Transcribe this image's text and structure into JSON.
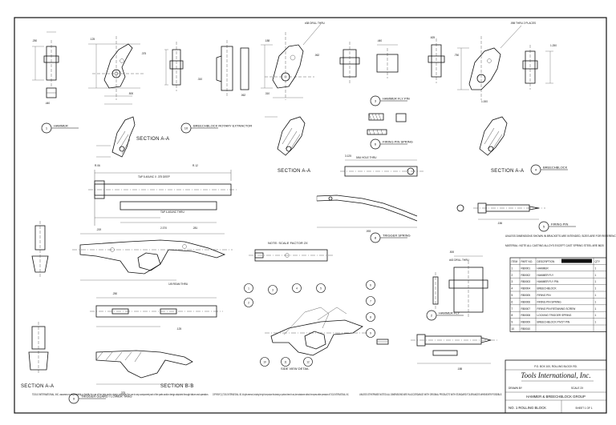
{
  "colors": {
    "ink": "#111111",
    "paper": "#ffffff"
  },
  "sections": {
    "s1": "SECTION A-A",
    "s2": "SECTION A-A",
    "s3": "SECTION A-A",
    "s4": "SECTION A-A",
    "s5": "SECTION B-B"
  },
  "callouts": {
    "hammer": "HAMMER",
    "breechblock": "BREECHBLOCK",
    "extractor": "BREECHBLOCK ROTARY EXTRACTOR",
    "hammer_fly_pin": "HAMMER FLY PIN",
    "firing_pin_spring": "FIRING PIN SPRING",
    "trigger_spring": "TRIGGER SPRING",
    "hammer_fly": "HAMMER FLY",
    "firing_pin": "FIRING PIN",
    "trigger_guard": "TRIGGER GUARD / LOWER TANG",
    "side_view": "SIDE VIEW DETAIL",
    "scale_note": "NOTE: SCALE FACTOR 2X"
  },
  "notes": {
    "general": "UNLESS DIMENSIONS SHOWN IN BRACKETS ARE INTENDED, SIZES ARE FOR REFERENCE ONLY",
    "material": "MATERIAL: NOTE ALL CASTING ALLOYS EXCEPT CAST SPRING STEEL ARE 8620",
    "disclaimer_left": "TOOLS INTERNATIONAL, INC. assumes no responsibility or liability for use of the data and/or design presented for use in any component part of the parts and/or design depicted through failure and operation.",
    "copyright": "COPYRIGHT (C) TOOLS INTERNATIONAL, INC. All rights reserved, including the right to reproduce this drawing or portions thereof in any form whatsoever without the express written permission of TOOLS INTERNATIONAL, INC.",
    "tolerance": "UNLESS OTHERWISE NOTED ALL DIMENSIONS ARE IN ACCORDANCE WITH ORIGINAL PRODUCTS WITH STANDARD TOLERANCES WHENEVER POSSIBLE."
  },
  "bom": {
    "header": [
      "ITEM",
      "PART NO.",
      "DESCRIPTION",
      "QTY"
    ],
    "rows": [
      [
        "1",
        "RB0001",
        "HAMMER",
        "1"
      ],
      [
        "2",
        "RB0002",
        "HAMMER FLY",
        "1"
      ],
      [
        "3",
        "RB0003",
        "HAMMER FLY PIN",
        "1"
      ],
      [
        "4",
        "RB0004",
        "BREECHBLOCK",
        "1"
      ],
      [
        "5",
        "RB0005",
        "FIRING PIN",
        "1"
      ],
      [
        "6",
        "RB0006",
        "FIRING PIN SPRING",
        "1"
      ],
      [
        "7",
        "RB0007",
        "FIRING PIN RETAINING SCREW",
        "1"
      ],
      [
        "8",
        "RB0008",
        "LOCKING TRIGGER SPRING",
        "1"
      ],
      [
        "9",
        "RB0009",
        "BREECHBLOCK PIVOT PIN",
        "1"
      ],
      [
        "10",
        "RB0010",
        "",
        ""
      ]
    ]
  },
  "title_block": {
    "company": "Tools International, Inc.",
    "address": "P.O. BOX 100, ROLLING BLOCK RD.",
    "title": "HAMMER & BREECHBLOCK GROUP",
    "drawing_no": "NO. 1 ROLLING BLOCK",
    "sheet": "SHEET 1 OF 1",
    "drawn_label": "DRAWN BY",
    "scale_label": "SCALE 2X"
  },
  "dims": [
    ".250",
    ".125",
    ".375",
    ".500",
    ".188",
    ".062",
    ".310",
    ".440",
    ".625",
    ".750",
    "1.000",
    "1.250",
    "R.06",
    "R.12",
    "2.370",
    "3.125",
    ".093",
    ".156",
    ".219",
    ".281"
  ],
  "hole_notes": {
    "h1": "#38 DRILL THRU",
    "h2": ".098 THRU 2 PLACES",
    "h3": "TAP 5-40UNC X .375 DEEP",
    "h4": "#43 DRILL THRU",
    "h5": "TAP 4-40UNC THRU",
    "h6": "1/8 REAM THRU",
    "h7": "5/64 HOLE THRU"
  },
  "balloons": [
    "1",
    "2",
    "3",
    "4",
    "5",
    "6",
    "7",
    "8",
    "9",
    "10",
    "11",
    "12"
  ]
}
